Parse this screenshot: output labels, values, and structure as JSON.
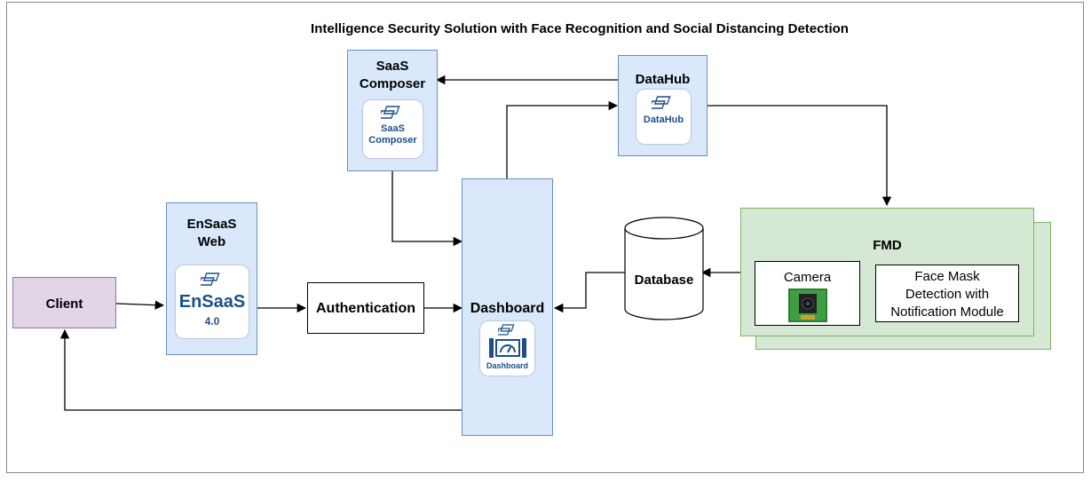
{
  "title": "Intelligence Security Solution with Face Recognition and Social Distancing Detection",
  "nodes": {
    "client": "Client",
    "ensaas_web": {
      "line1": "EnSaaS",
      "line2": "Web",
      "logo_line1": "EnSaaS",
      "logo_line2": "4.0"
    },
    "authentication": "Authentication",
    "saas_composer": {
      "line1": "SaaS",
      "line2": "Composer",
      "logo_line1": "SaaS",
      "logo_line2": "Composer"
    },
    "datahub": {
      "label": "DataHub",
      "logo": "DataHub"
    },
    "dashboard": {
      "label": "Dashboard",
      "logo": "Dashboard"
    },
    "database": "Database",
    "fmd": {
      "label": "FMD",
      "camera": "Camera",
      "module_line1": "Face Mask",
      "module_line2": "Detection with",
      "module_line3": "Notification Module"
    }
  },
  "colors": {
    "blue_fill": "#dae8fc",
    "blue_stroke": "#6c8ebf",
    "purple_fill": "#e1d5e7",
    "purple_stroke": "#9673a6",
    "green_fill": "#d5e8d4",
    "green_stroke": "#82b366",
    "logo_blue": "#1b4f8a"
  },
  "icons": [
    "cloud-stack-icon",
    "gauge-icon",
    "camera-module-icon",
    "database-cylinder-icon"
  ]
}
